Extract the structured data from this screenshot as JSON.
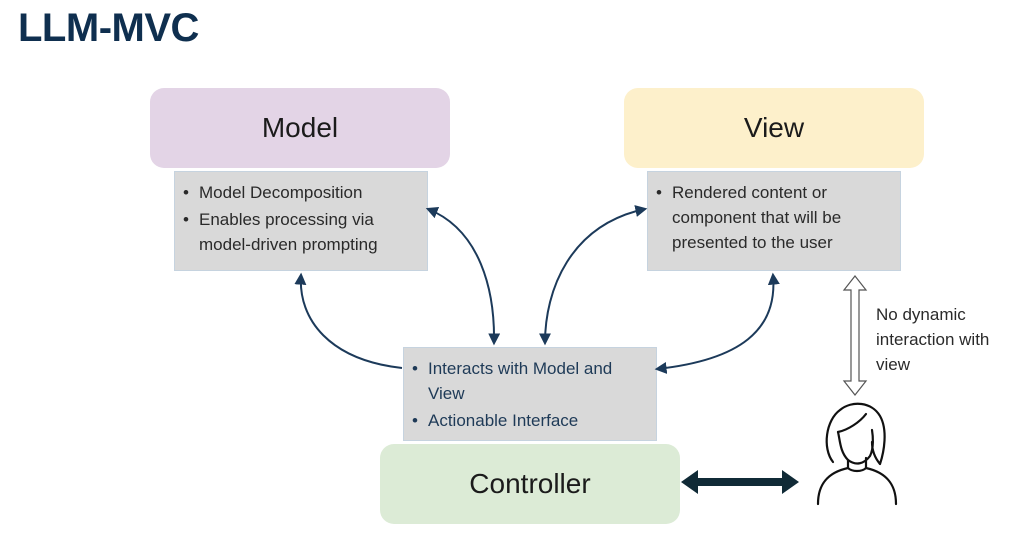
{
  "title": "LLM-MVC",
  "model": {
    "label": "Model",
    "bullets": [
      "Model Decomposition",
      "Enables processing via model-driven prompting"
    ]
  },
  "view": {
    "label": "View",
    "bullets": [
      "Rendered content or component that will be presented to the user"
    ]
  },
  "controller": {
    "label": "Controller",
    "bullets": [
      "Interacts with Model and View",
      "Actionable Interface"
    ]
  },
  "side_note": "No dynamic interaction with view",
  "colors": {
    "model": "#e3d4e6",
    "view": "#fdf0cb",
    "controller": "#dcebd6",
    "arrows": "#1c3a5a",
    "title": "#0f2f4f"
  },
  "icons": [
    "person-icon",
    "double-arrow-icon",
    "hollow-double-arrow-icon"
  ]
}
